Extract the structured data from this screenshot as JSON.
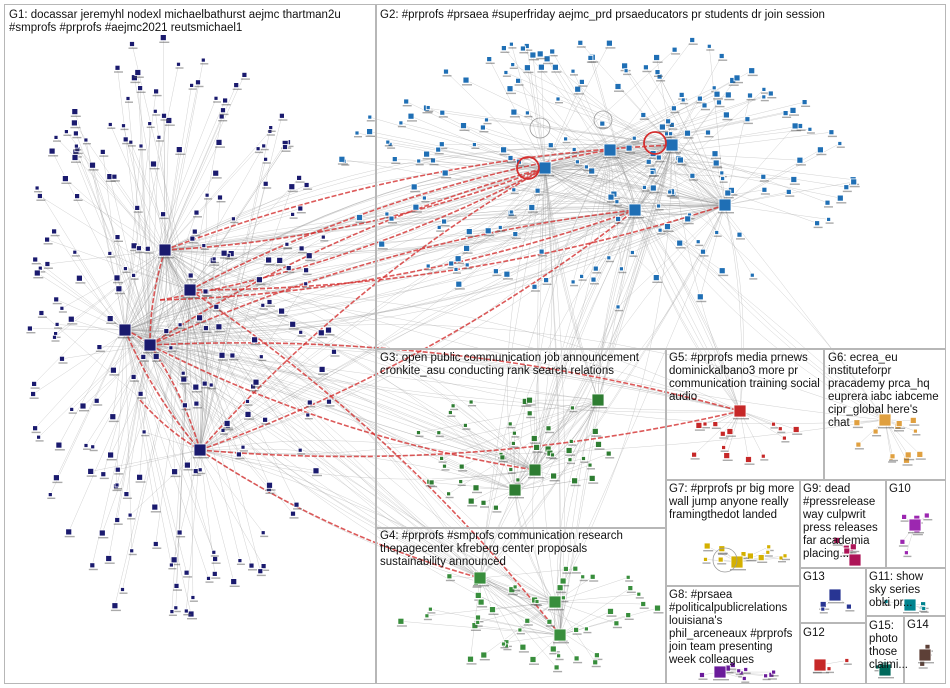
{
  "groups": [
    {
      "id": "G1",
      "label": "G1: docassar jeremyhl nodexl michaelbathurst aejmc thartman2u\n#smprofs #prprofs #aejmc2021 reutsmichael1"
    },
    {
      "id": "G2",
      "label": "G2: #prprofs #prsaea #superfriday aejmc_prd prsaeducators pr students dr join session"
    },
    {
      "id": "G3",
      "label": "G3: open public communication job announcement\ncronkite_asu conducting rank search relations"
    },
    {
      "id": "G4",
      "label": "G4: #prprofs #smprofs communication research\nthepagecenter kfreberg center proposals\nsustainability announced"
    },
    {
      "id": "G5",
      "label": "G5: #prprofs media prnews\ndominickalbano3 more pr\ncommunication training social\naudio"
    },
    {
      "id": "G6",
      "label": "G6: ecrea_eu\ninstituteforpr\npracademy prca_hq\neuprera iabc iabceme\ncipr_global here's\nchat"
    },
    {
      "id": "G7",
      "label": "G7: #prprofs pr big more\nwall jump anyone really\nframingthedot landed"
    },
    {
      "id": "G8",
      "label": "G8: #prsaea\n#politicalpublicrelations\nlouisiana's\nphil_arceneaux #prprofs\njoin team presenting\nweek colleagues"
    },
    {
      "id": "G9",
      "label": "G9: dead\n#pressrelease\nway culpwrit\npress releases\nfar academia\nplacing..."
    },
    {
      "id": "G10",
      "label": "G10"
    },
    {
      "id": "G11",
      "label": "G11: show\nsky series\nobki pr..."
    },
    {
      "id": "G12",
      "label": "G12"
    },
    {
      "id": "G13",
      "label": "G13"
    },
    {
      "id": "G14",
      "label": "G14"
    },
    {
      "id": "G15",
      "label": "G15:\nphoto\nthose\nclaimi..."
    }
  ],
  "colors": {
    "G1": "#1a1a6e",
    "G2": "#1f6fb5",
    "G3": "#2e7d32",
    "G4": "#388e3c",
    "G5": "#c62828",
    "G6": "#e0a040",
    "G7": "#d4b000",
    "G8": "#6a1b9a",
    "G9": "#ad1457",
    "G10": "#9c27b0",
    "G11": "#00838f",
    "G12": "#c62828",
    "G13": "#283593",
    "G14": "#5d4037",
    "G15": "#00695c",
    "edge_gray": "#9a9a9a",
    "edge_red": "#d32f2f",
    "panel_border": "#b7b7b7"
  }
}
